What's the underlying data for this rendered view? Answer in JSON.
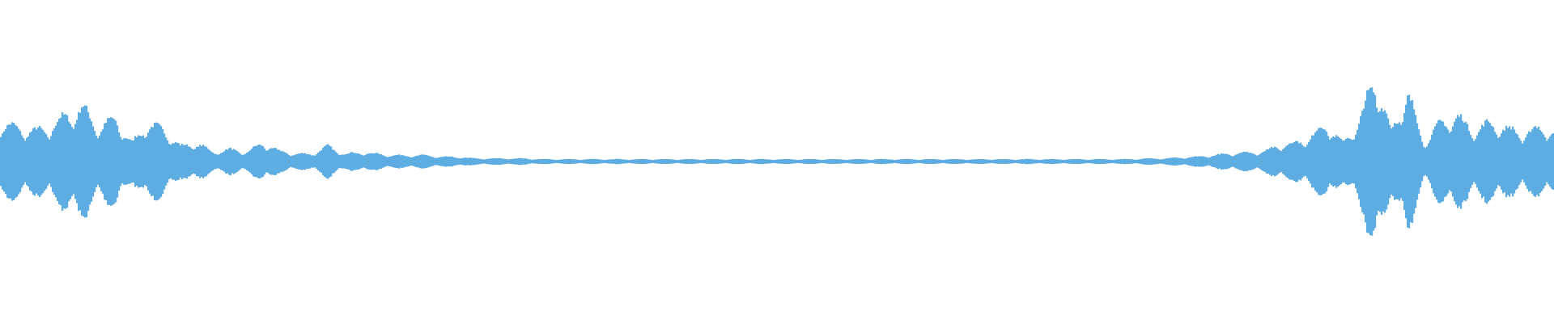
{
  "chart_data": {
    "type": "area",
    "title": "",
    "xlabel": "",
    "ylabel": "",
    "ylim": [
      -1,
      1
    ],
    "grid": false,
    "legend": "none",
    "color": "#5dade2",
    "envelope": [
      0.25,
      0.22,
      0.2,
      0.22,
      0.3,
      0.35,
      0.22,
      0.28,
      0.12,
      0.25,
      0.2,
      0.1,
      0.12,
      0.06,
      0.08,
      0.06,
      0.12,
      0.07,
      0.05,
      0.05,
      0.1,
      0.05,
      0.06,
      0.05,
      0.04,
      0.04,
      0.04,
      0.03,
      0.03,
      0.02,
      0.02,
      0.02,
      0.02,
      0.015,
      0.015,
      0.015,
      0.015,
      0.015,
      0.015,
      0.015,
      0.015,
      0.015,
      0.015,
      0.015,
      0.015,
      0.015,
      0.015,
      0.015,
      0.015,
      0.015,
      0.015,
      0.015,
      0.015,
      0.015,
      0.015,
      0.015,
      0.015,
      0.015,
      0.015,
      0.015,
      0.015,
      0.015,
      0.015,
      0.015,
      0.015,
      0.015,
      0.015,
      0.015,
      0.015,
      0.015,
      0.02,
      0.02,
      0.025,
      0.03,
      0.04,
      0.05,
      0.06,
      0.06,
      0.1,
      0.12,
      0.15,
      0.25,
      0.12,
      0.25,
      0.55,
      0.2,
      0.45,
      0.12,
      0.25,
      0.3,
      0.2,
      0.25,
      0.22,
      0.18,
      0.22,
      0.2
    ]
  }
}
